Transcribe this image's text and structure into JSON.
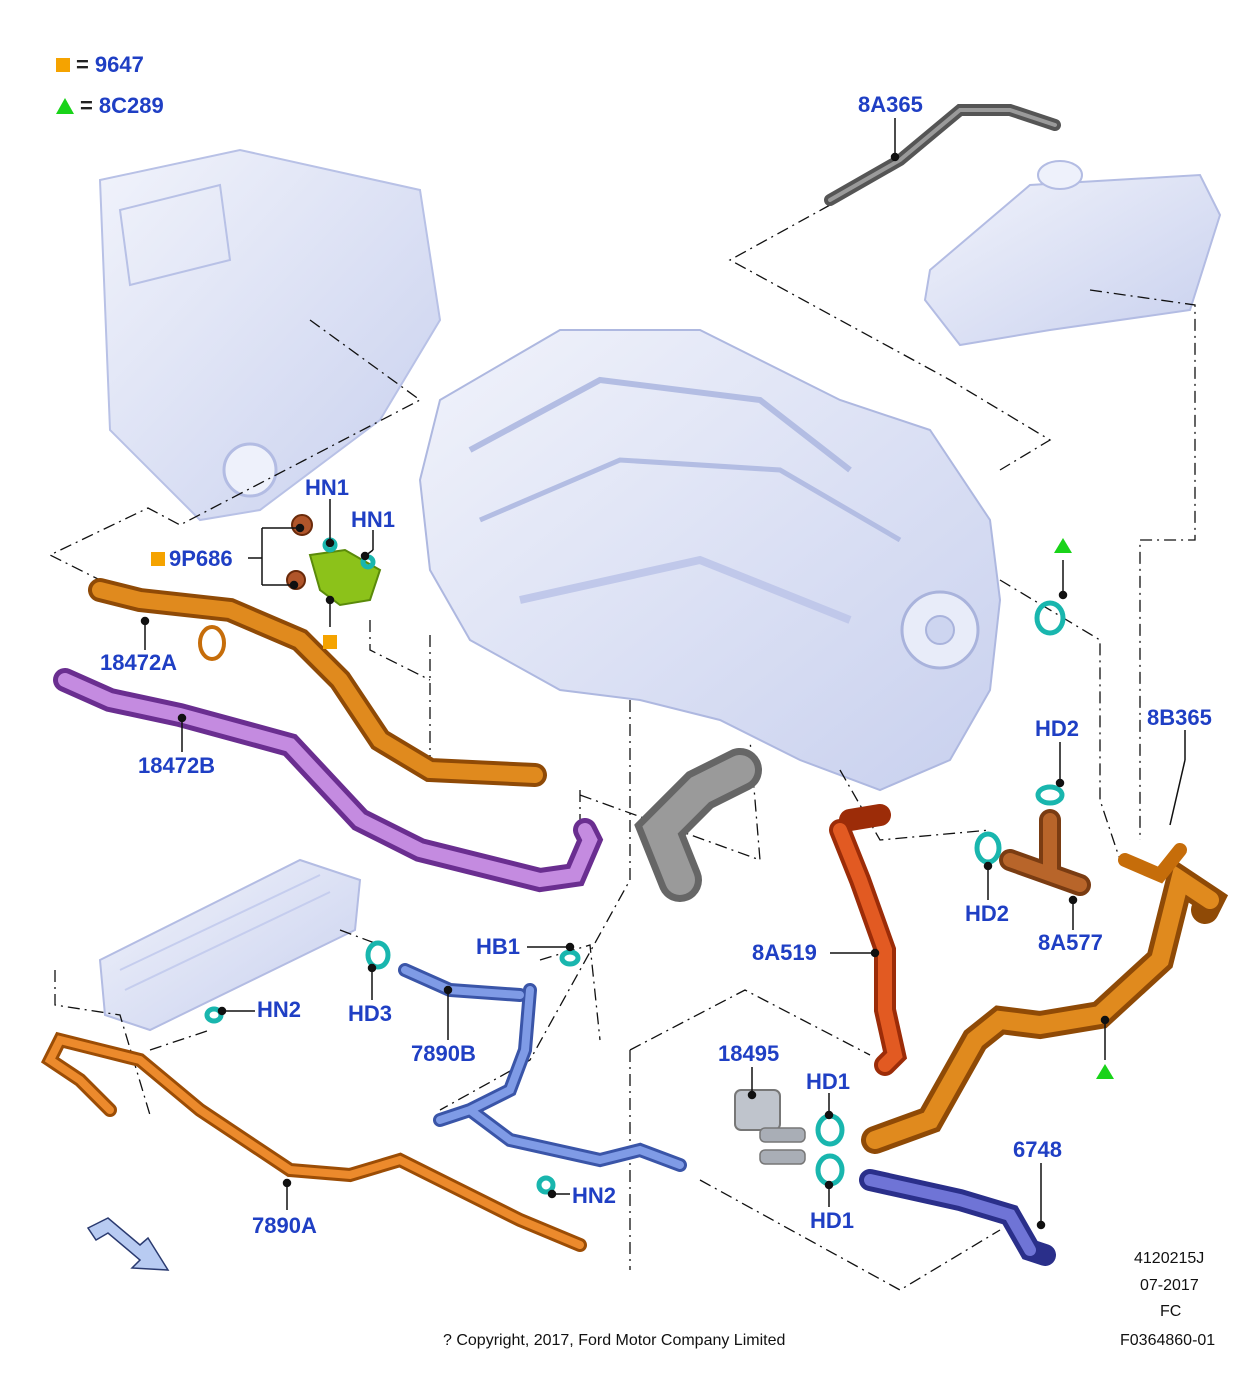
{
  "legend": {
    "square": {
      "symbol_color": "#f5a300",
      "value": "9647"
    },
    "triangle": {
      "symbol_color": "#19d319",
      "value": "8C289"
    },
    "equals": "="
  },
  "colors": {
    "label": "#1f3fc4",
    "hose_orange": "#d9780f",
    "hose_purple": "#a05cc9",
    "hose_blue": "#5577d6",
    "hose_red": "#d84a18",
    "hose_navy": "#4a4fb8",
    "clamp": "#2ec7c0",
    "bracket_green": "#8cc21a",
    "engine_ghost": "#dfe4f6",
    "leader_line": "#111111"
  },
  "callouts": {
    "l_8A365": "8A365",
    "l_HN1_a": "HN1",
    "l_HN1_b": "HN1",
    "l_9P686": "9P686",
    "l_18472A": "18472A",
    "l_18472B": "18472B",
    "l_HD2_top": "HD2",
    "l_8B365": "8B365",
    "l_HD2_bottom": "HD2",
    "l_8A577": "8A577",
    "l_8A519": "8A519",
    "l_HB1": "HB1",
    "l_HD3": "HD3",
    "l_7890B": "7890B",
    "l_HN2_a": "HN2",
    "l_18495": "18495",
    "l_HD1_a": "HD1",
    "l_HD1_b": "HD1",
    "l_6748": "6748",
    "l_HN2_b": "HN2",
    "l_7890A": "7890A"
  },
  "footer": {
    "code": "4120215J",
    "date": "07-2017",
    "initials": "FC",
    "copyright": "? Copyright, 2017, Ford Motor Company Limited",
    "figure_id": "F0364860-01"
  }
}
